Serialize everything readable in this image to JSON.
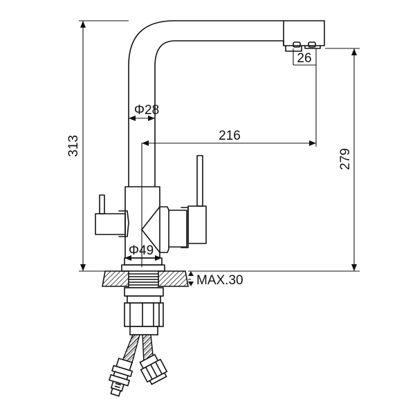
{
  "dimensions": {
    "total_height": "313",
    "spout_height": "279",
    "reach": "216",
    "aerator_diameter": "26",
    "body_diameter": "Φ28",
    "base_diameter": "Φ49",
    "max_thickness": "MAX.30"
  }
}
